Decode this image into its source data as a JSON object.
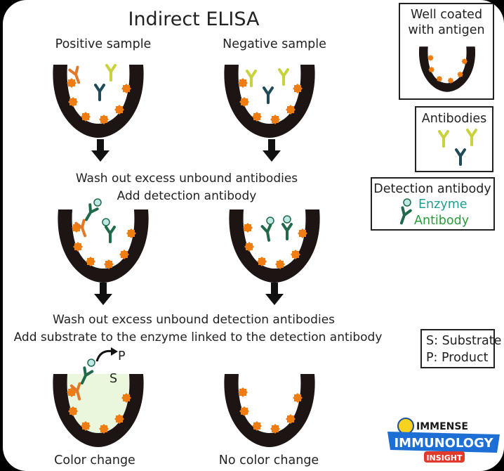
{
  "title": "Indirect ELISA",
  "columns": {
    "positive": "Positive sample",
    "negative": "Negative sample"
  },
  "steps": {
    "wash1": "Wash out excess unbound antibodies",
    "add_detection": "Add detection antibody",
    "wash2": "Wash out excess unbound detection antibodies",
    "add_substrate": "Add substrate to the enzyme linked to the detection antibody"
  },
  "results": {
    "positive": "Color change",
    "negative": "No color change"
  },
  "reaction": {
    "product_letter": "P",
    "substrate_letter": "S"
  },
  "legend": {
    "well": {
      "line1": "Well coated",
      "line2": "with antigen"
    },
    "antibodies": {
      "title": "Antibodies"
    },
    "detection": {
      "title": "Detection antibody",
      "enzyme": "Enzyme",
      "antibody": "Antibody"
    },
    "substrate_key": {
      "s": "S: Substrate",
      "p": "P: Product"
    }
  },
  "logo": {
    "line1": "IMMENSE",
    "line2": "IMMUNOLOGY",
    "line3": "INSIGHT"
  },
  "colors": {
    "well": "#1d1414",
    "antigen": "#f07d12",
    "primary_antibody_yellow": "#c8d23c",
    "primary_antibody_navy": "#1f4a5a",
    "bound_antibody_orange": "#e07a2a",
    "detection_antibody": "#1f6a4a",
    "enzyme": "#bfe9e4",
    "color_change_fill": "#eaf7dc"
  }
}
